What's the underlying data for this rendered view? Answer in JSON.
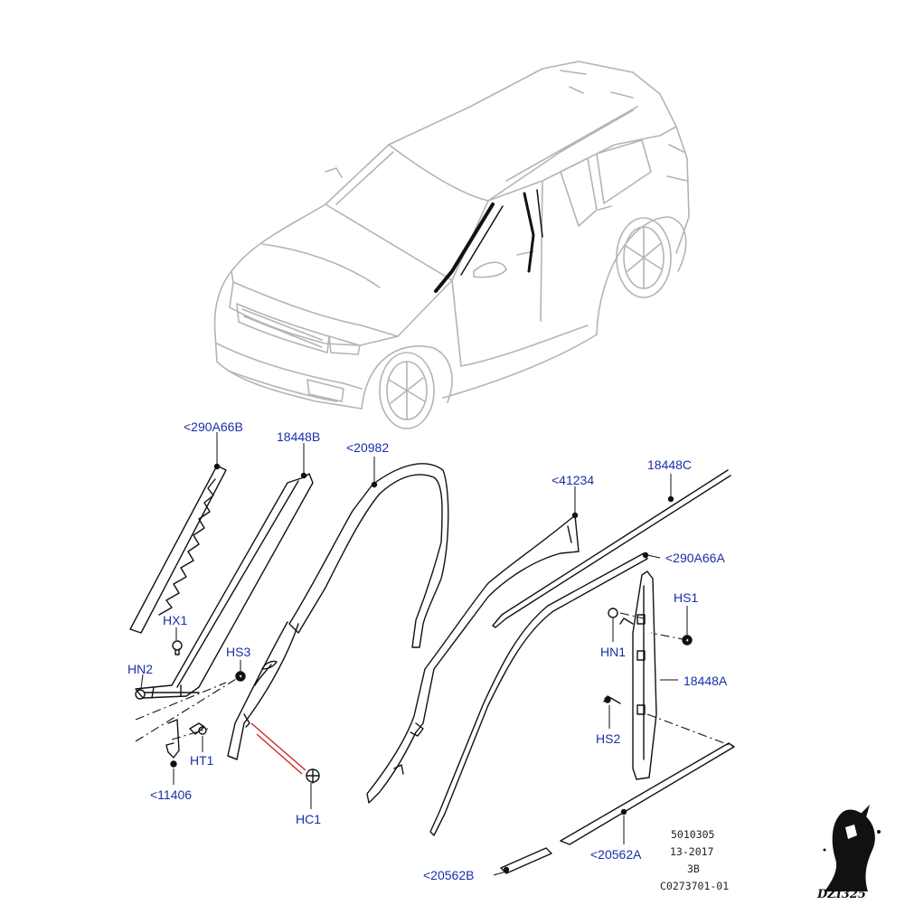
{
  "colors": {
    "callout": "#1a2faa",
    "line": "#111111",
    "car": "#b4b4b4",
    "leader_highlight": "#cc1f1f"
  },
  "labels": {
    "l290a66b": "<290A66B",
    "l18448b": "18448B",
    "l20982": "<20982",
    "l41234": "<41234",
    "l18448c": "18448C",
    "l290a66a": "<290A66A",
    "hx1": "HX1",
    "hs3": "HS3",
    "hn2": "HN2",
    "ht1": "HT1",
    "l11406": "<11406",
    "hc1": "HC1",
    "hs1": "HS1",
    "hn1": "HN1",
    "l18448a": "18448A",
    "hs2": "HS2",
    "l20562a": "<20562A",
    "l20562b": "<20562B"
  },
  "drawing_info": {
    "code": "5010305",
    "date": "13-2017",
    "rev": "3B",
    "ref": "C0273701-01"
  },
  "watermark": {
    "text": "DZI325"
  }
}
